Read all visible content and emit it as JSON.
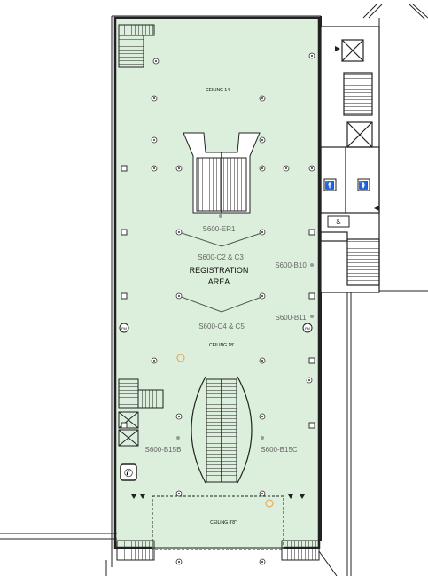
{
  "floor_plan": {
    "room_label_line1": "REGISTRATION",
    "room_label_line2": "AREA",
    "ceiling_labels": [
      "CEILING 14'",
      "CEILING 18'",
      "CEILING 8'8\""
    ],
    "zone_labels": [
      "S600-ER1",
      "S600-C2 & C3",
      "S600-C4 & C5",
      "S600-B10",
      "S600-B11",
      "S600-B15B",
      "S600-B15C"
    ],
    "fire_marker_label": "FM",
    "colors": {
      "room_fill": "#dcefdc",
      "wall": "#222222",
      "zone_text": "#666666",
      "marker_orange": "#e8a040"
    },
    "icons": [
      "stair-icon",
      "escalator-icon",
      "elevator-icon",
      "restroom-icon",
      "phone-icon",
      "column-icon",
      "dimension-arrow-icon"
    ]
  }
}
